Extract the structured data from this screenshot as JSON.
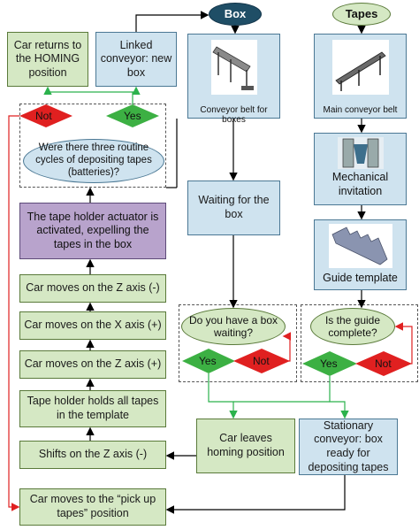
{
  "start_nodes": {
    "box": "Box",
    "tapes": "Tapes"
  },
  "left_column": {
    "car_returns_homing": "Car returns to the HOMING position",
    "linked_conveyor": "Linked conveyor: new box",
    "question_three_cycles": "Were there three routine cycles of depositing tapes (batteries)?",
    "actuator_activated": "The tape holder actuator is activated, expelling the tapes in the box",
    "car_z_minus": "Car moves on the Z axis (-)",
    "car_x_plus": "Car moves on the X axis (+)",
    "car_z_plus": "Car moves on the Z axis (+)",
    "tape_holder_holds": "Tape holder holds all tapes in the template",
    "shifts_z_minus": "Shifts on the Z axis (-)",
    "car_pick_up": "Car moves to the “pick up tapes” position"
  },
  "middle_column": {
    "conveyor_caption": "Conveyor belt for boxes",
    "waiting_for_box": "Waiting for the box",
    "question_box_waiting": "Do you have a box waiting?",
    "car_leaves_homing": "Car leaves homing position"
  },
  "right_column": {
    "main_conveyor_caption": "Main conveyor belt",
    "mechanical_invitation": "Mechanical invitation",
    "guide_template": "Guide template",
    "question_guide_complete": "Is the guide complete?",
    "stationary_conveyor": "Stationary conveyor: box ready for depositing tapes"
  },
  "decisions": {
    "yes": "Yes",
    "no": "Not"
  },
  "colors": {
    "green_fill": "#d5e8c4",
    "blue_fill": "#cfe3ef",
    "purple_fill": "#b8a3cc",
    "dark_oval": "#1f4e66",
    "yes_diamond": "#3cb043",
    "no_diamond": "#e02020",
    "arrow_black": "#000000",
    "arrow_green": "#2bb24c",
    "arrow_red": "#e02020"
  }
}
